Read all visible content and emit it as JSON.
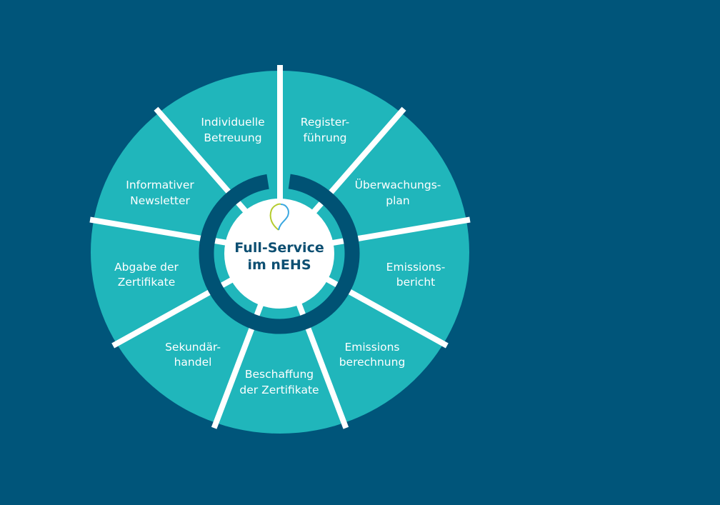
{
  "center": {
    "line1": "Full-Service",
    "line2": "im nEHS"
  },
  "segments": [
    {
      "l1": "Individuelle",
      "l2": "Betreuung"
    },
    {
      "l1": "Register-",
      "l2": "führung"
    },
    {
      "l1": "Überwachungs-",
      "l2": "plan"
    },
    {
      "l1": "Emissions-",
      "l2": "bericht"
    },
    {
      "l1": "Emissions",
      "l2": "berechnung"
    },
    {
      "l1": "Beschaffung",
      "l2": "der Zertifikate"
    },
    {
      "l1": "Sekundär-",
      "l2": "handel"
    },
    {
      "l1": "Abgabe der",
      "l2": "Zertifikate"
    },
    {
      "l1": "Informativer",
      "l2": "Newsletter"
    }
  ],
  "colors": {
    "background": "#00557a",
    "segment": "#20b6bb",
    "ring": "#005274",
    "center": "#ffffff"
  }
}
